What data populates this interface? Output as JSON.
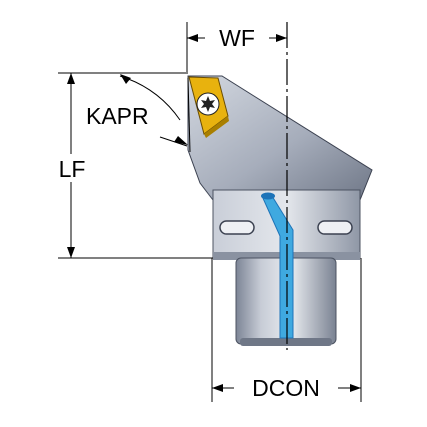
{
  "labels": {
    "wf": "WF",
    "kapr": "KAPR",
    "lf": "LF",
    "dcon": "DCON"
  },
  "colors": {
    "background": "#ffffff",
    "line": "#000000",
    "insert": "#e8b20e",
    "screw": "#ffffff",
    "body_light": "#c8ced8",
    "body_mid": "#9aa3b2",
    "body_dark": "#5d6677",
    "coolant": "#3fa9e0",
    "coolant_edge": "#1d73b8"
  },
  "icons": {
    "screw": "torx-screw-icon",
    "coolant_slots": "coolant-slot-icon"
  }
}
